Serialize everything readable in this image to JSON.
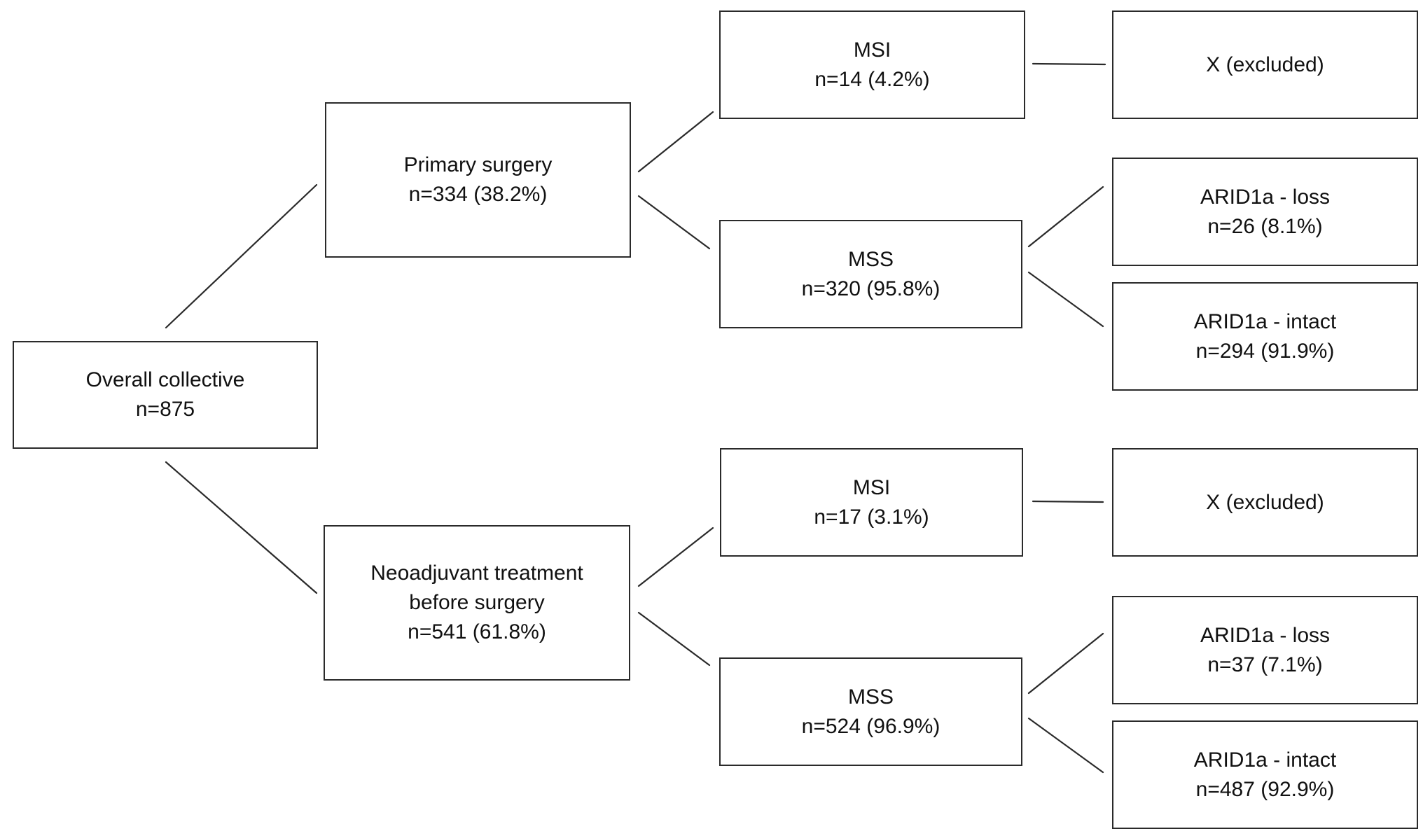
{
  "nodes": {
    "overall": {
      "title": "Overall collective",
      "count": "n=875"
    },
    "primary": {
      "title": "Primary surgery",
      "count": "n=334 (38.2%)"
    },
    "neoadjuvant": {
      "title_line1": "Neoadjuvant treatment",
      "title_line2": "before surgery",
      "count": "n=541 (61.8%)"
    },
    "primary_msi": {
      "title": "MSI",
      "count": "n=14 (4.2%)"
    },
    "primary_mss": {
      "title": "MSS",
      "count": "n=320 (95.8%)"
    },
    "neo_msi": {
      "title": "MSI",
      "count": "n=17 (3.1%)"
    },
    "neo_mss": {
      "title": "MSS",
      "count": "n=524 (96.9%)"
    },
    "primary_msi_excluded": {
      "title": "X (excluded)"
    },
    "primary_mss_loss": {
      "title": "ARID1a - loss",
      "count": "n=26 (8.1%)"
    },
    "primary_mss_intact": {
      "title": "ARID1a - intact",
      "count": "n=294 (91.9%)"
    },
    "neo_msi_excluded": {
      "title": "X (excluded)"
    },
    "neo_mss_loss": {
      "title": "ARID1a - loss",
      "count": "n=37 (7.1%)"
    },
    "neo_mss_intact": {
      "title": "ARID1a - intact",
      "count": "n=487 (92.9%)"
    }
  },
  "edges": [
    {
      "from": "overall",
      "to": "primary"
    },
    {
      "from": "overall",
      "to": "neoadjuvant"
    },
    {
      "from": "primary",
      "to": "primary_msi"
    },
    {
      "from": "primary",
      "to": "primary_mss"
    },
    {
      "from": "primary_msi",
      "to": "primary_msi_excluded"
    },
    {
      "from": "primary_mss",
      "to": "primary_mss_loss"
    },
    {
      "from": "primary_mss",
      "to": "primary_mss_intact"
    },
    {
      "from": "neoadjuvant",
      "to": "neo_msi"
    },
    {
      "from": "neoadjuvant",
      "to": "neo_mss"
    },
    {
      "from": "neo_msi",
      "to": "neo_msi_excluded"
    },
    {
      "from": "neo_mss",
      "to": "neo_mss_loss"
    },
    {
      "from": "neo_mss",
      "to": "neo_mss_intact"
    }
  ],
  "colors": {
    "line": "#2a2a2a",
    "box_border": "#2a2a2a",
    "text": "#111111",
    "background": "#ffffff"
  }
}
